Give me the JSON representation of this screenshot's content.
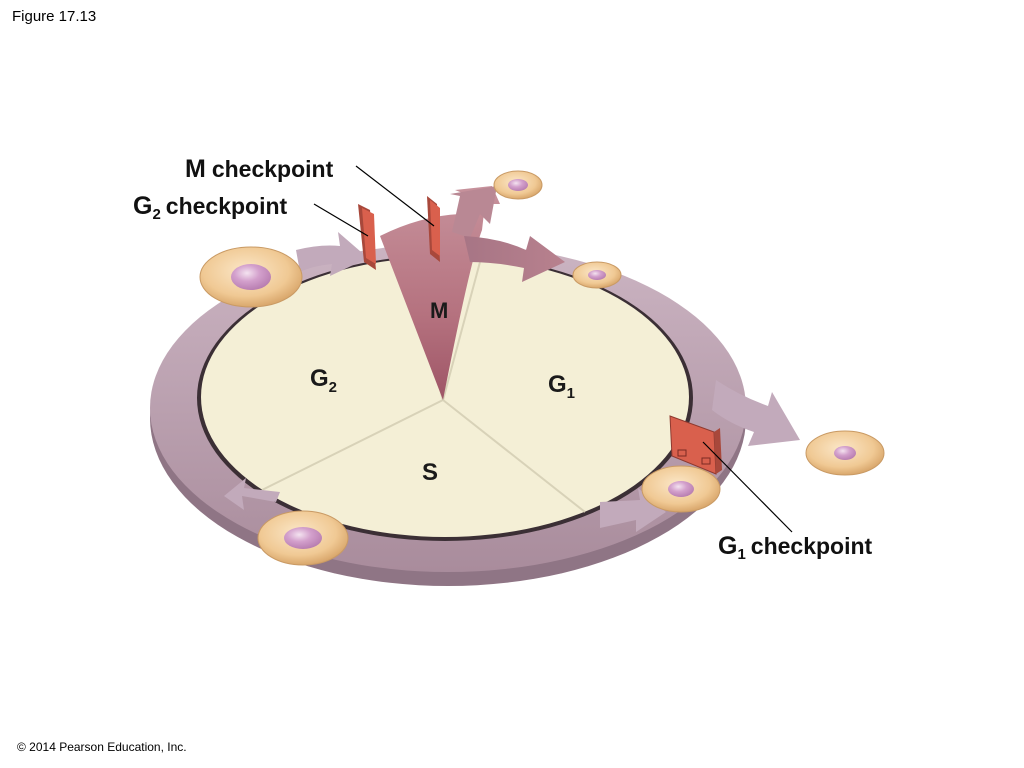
{
  "figure_title": "Figure 17.13",
  "copyright": "© 2014 Pearson Education, Inc.",
  "phases": {
    "m": "M",
    "g1": {
      "letter": "G",
      "sub": "1"
    },
    "g2": {
      "letter": "G",
      "sub": "2"
    },
    "s": "S"
  },
  "checkpoints": {
    "m": {
      "letter": "M",
      "word": "checkpoint"
    },
    "g2": {
      "letter": "G",
      "sub": "2",
      "word": "checkpoint"
    },
    "g1": {
      "letter": "G",
      "sub": "1",
      "word": "checkpoint"
    }
  },
  "colors": {
    "ring": "#b9a0ad",
    "ring_shadow": "#9e8493",
    "pie": "#f4efd6",
    "wedge_m": "#b06a78",
    "arrow": "#c2aabb",
    "checkpoint": "#d9604d",
    "cell_body": "#f1cd9b",
    "nucleus": "#c98fc0"
  }
}
